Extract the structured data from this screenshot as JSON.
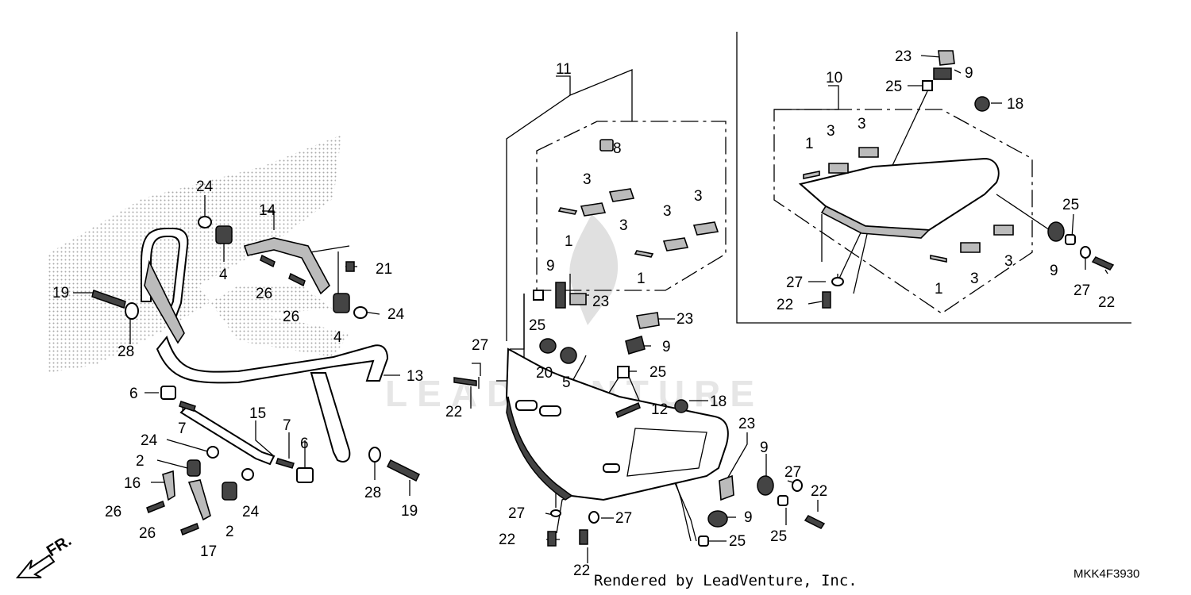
{
  "credit": "Rendered by LeadVenture, Inc.",
  "diagram_code": "MKK4F3930",
  "direction_label": "FR.",
  "watermark": "LEADVENTURE",
  "callouts": [
    {
      "id": "c24a",
      "label": "24"
    },
    {
      "id": "c14",
      "label": "14"
    },
    {
      "id": "c4a",
      "label": "4"
    },
    {
      "id": "c21",
      "label": "21"
    },
    {
      "id": "c19a",
      "label": "19"
    },
    {
      "id": "c26a",
      "label": "26"
    },
    {
      "id": "c26b",
      "label": "26"
    },
    {
      "id": "c24b",
      "label": "24"
    },
    {
      "id": "c28a",
      "label": "28"
    },
    {
      "id": "c4b",
      "label": "4"
    },
    {
      "id": "c13",
      "label": "13"
    },
    {
      "id": "c6a",
      "label": "6"
    },
    {
      "id": "c7a",
      "label": "7"
    },
    {
      "id": "c15",
      "label": "15"
    },
    {
      "id": "c24c",
      "label": "24"
    },
    {
      "id": "c7b",
      "label": "7"
    },
    {
      "id": "c6b",
      "label": "6"
    },
    {
      "id": "c2a",
      "label": "2"
    },
    {
      "id": "c16",
      "label": "16"
    },
    {
      "id": "c24d",
      "label": "24"
    },
    {
      "id": "c26c",
      "label": "26"
    },
    {
      "id": "c2b",
      "label": "2"
    },
    {
      "id": "c26d",
      "label": "26"
    },
    {
      "id": "c17",
      "label": "17"
    },
    {
      "id": "c28b",
      "label": "28"
    },
    {
      "id": "c19b",
      "label": "19"
    },
    {
      "id": "c11",
      "label": "11"
    },
    {
      "id": "c8",
      "label": "8"
    },
    {
      "id": "c3a",
      "label": "3"
    },
    {
      "id": "c3b",
      "label": "3"
    },
    {
      "id": "c3c",
      "label": "3"
    },
    {
      "id": "c3d",
      "label": "3"
    },
    {
      "id": "c1a",
      "label": "1"
    },
    {
      "id": "c1b",
      "label": "1"
    },
    {
      "id": "c9a",
      "label": "9"
    },
    {
      "id": "c25a",
      "label": "25"
    },
    {
      "id": "c23a",
      "label": "23"
    },
    {
      "id": "c23b",
      "label": "23"
    },
    {
      "id": "c27a",
      "label": "27"
    },
    {
      "id": "c9b",
      "label": "9"
    },
    {
      "id": "c20",
      "label": "20"
    },
    {
      "id": "c5",
      "label": "5"
    },
    {
      "id": "c25b",
      "label": "25"
    },
    {
      "id": "c22a",
      "label": "22"
    },
    {
      "id": "c18a",
      "label": "18"
    },
    {
      "id": "c12",
      "label": "12"
    },
    {
      "id": "c23c",
      "label": "23"
    },
    {
      "id": "c9c",
      "label": "9"
    },
    {
      "id": "c27b",
      "label": "27"
    },
    {
      "id": "c22b",
      "label": "22"
    },
    {
      "id": "c27c",
      "label": "27"
    },
    {
      "id": "c9d",
      "label": "9"
    },
    {
      "id": "c25c",
      "label": "25"
    },
    {
      "id": "c22c",
      "label": "22"
    },
    {
      "id": "c25d",
      "label": "25"
    },
    {
      "id": "c22d",
      "label": "22"
    },
    {
      "id": "c10",
      "label": "10"
    },
    {
      "id": "c23d",
      "label": "23"
    },
    {
      "id": "c9e",
      "label": "9"
    },
    {
      "id": "c25e",
      "label": "25"
    },
    {
      "id": "c18b",
      "label": "18"
    },
    {
      "id": "c3e",
      "label": "3"
    },
    {
      "id": "c3f",
      "label": "3"
    },
    {
      "id": "c1c",
      "label": "1"
    },
    {
      "id": "c25f",
      "label": "25"
    },
    {
      "id": "c9f",
      "label": "9"
    },
    {
      "id": "c27d",
      "label": "27"
    },
    {
      "id": "c22e",
      "label": "22"
    },
    {
      "id": "c27e",
      "label": "27"
    },
    {
      "id": "c22f",
      "label": "22"
    },
    {
      "id": "c3g",
      "label": "3"
    },
    {
      "id": "c3h",
      "label": "3"
    },
    {
      "id": "c1d",
      "label": "1"
    }
  ]
}
